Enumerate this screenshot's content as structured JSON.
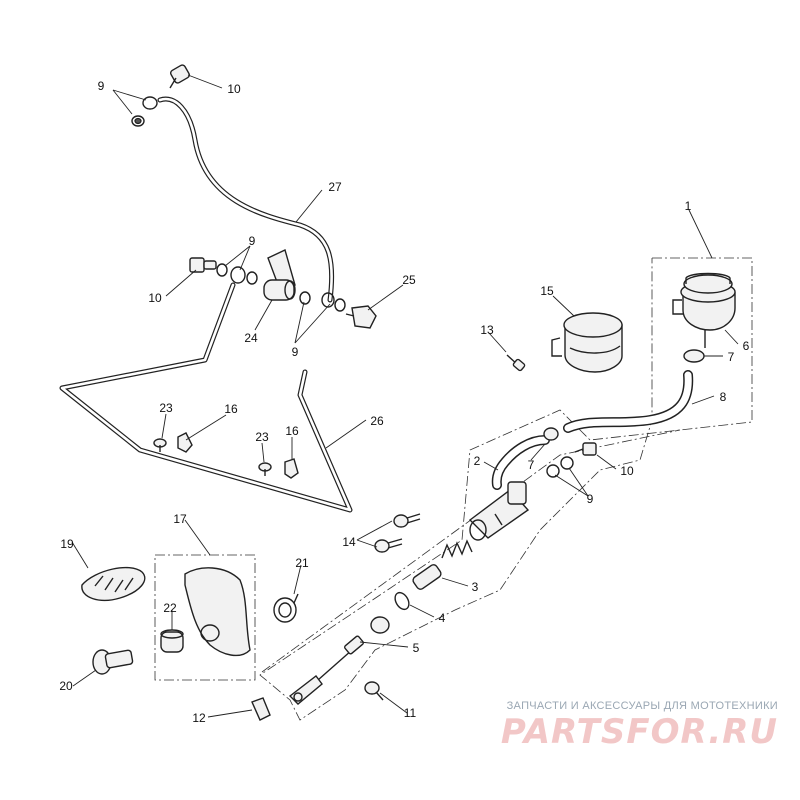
{
  "diagram": {
    "callouts": {
      "c1": "1",
      "c2": "2",
      "c3": "3",
      "c4": "4",
      "c5": "5",
      "c6": "6",
      "c7a": "7",
      "c7b": "7",
      "c8": "8",
      "c9a": "9",
      "c9b": "9",
      "c9c": "9",
      "c9d": "9",
      "c10a": "10",
      "c10b": "10",
      "c10c": "10",
      "c11": "11",
      "c12": "12",
      "c13": "13",
      "c14": "14",
      "c15": "15",
      "c16a": "16",
      "c16b": "16",
      "c17": "17",
      "c19": "19",
      "c20": "20",
      "c21": "21",
      "c22": "22",
      "c23a": "23",
      "c23b": "23",
      "c24": "24",
      "c25": "25",
      "c26": "26",
      "c27": "27"
    }
  },
  "watermark": {
    "caption": "ЗАПЧАСТИ И АКСЕССУАРЫ ДЛЯ МОТОТЕХНИКИ",
    "logo": "PARTSFOR.RU"
  }
}
